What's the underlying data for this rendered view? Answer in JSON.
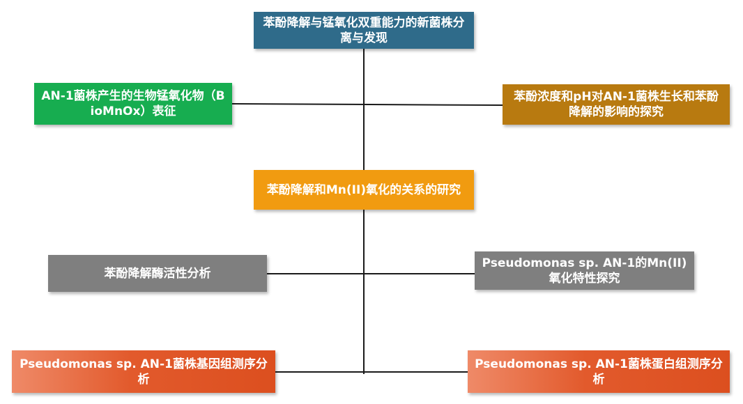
{
  "diagram": {
    "nodes": {
      "top": "苯酚降解与锰氧化双重能力的新菌株分离与发现",
      "left_1": "AN-1菌株产生的生物锰氧化物（BioMnOx）表征",
      "right_1": "苯酚浓度和pH对AN-1菌株生长和苯酚降解的影响的探究",
      "center": "苯酚降解和Mn(II)氧化的关系的研究",
      "left_2": "苯酚降解酶活性分析",
      "right_2": "Pseudomonas sp. AN-1的Mn(II)氧化特性探究",
      "left_3": "Pseudomonas sp. AN-1菌株基因组测序分析",
      "right_3": "Pseudomonas sp. AN-1菌株蛋白组测序分析"
    },
    "colors": {
      "top": "#2f6b8a",
      "left_1": "#17ad50",
      "right_1": "#b87a10",
      "center": "#f19b10",
      "left_2": "#7f7f7f",
      "right_2": "#7f7f7f",
      "bottom": "#e25a2c",
      "connector": "#1a1a1a"
    }
  }
}
